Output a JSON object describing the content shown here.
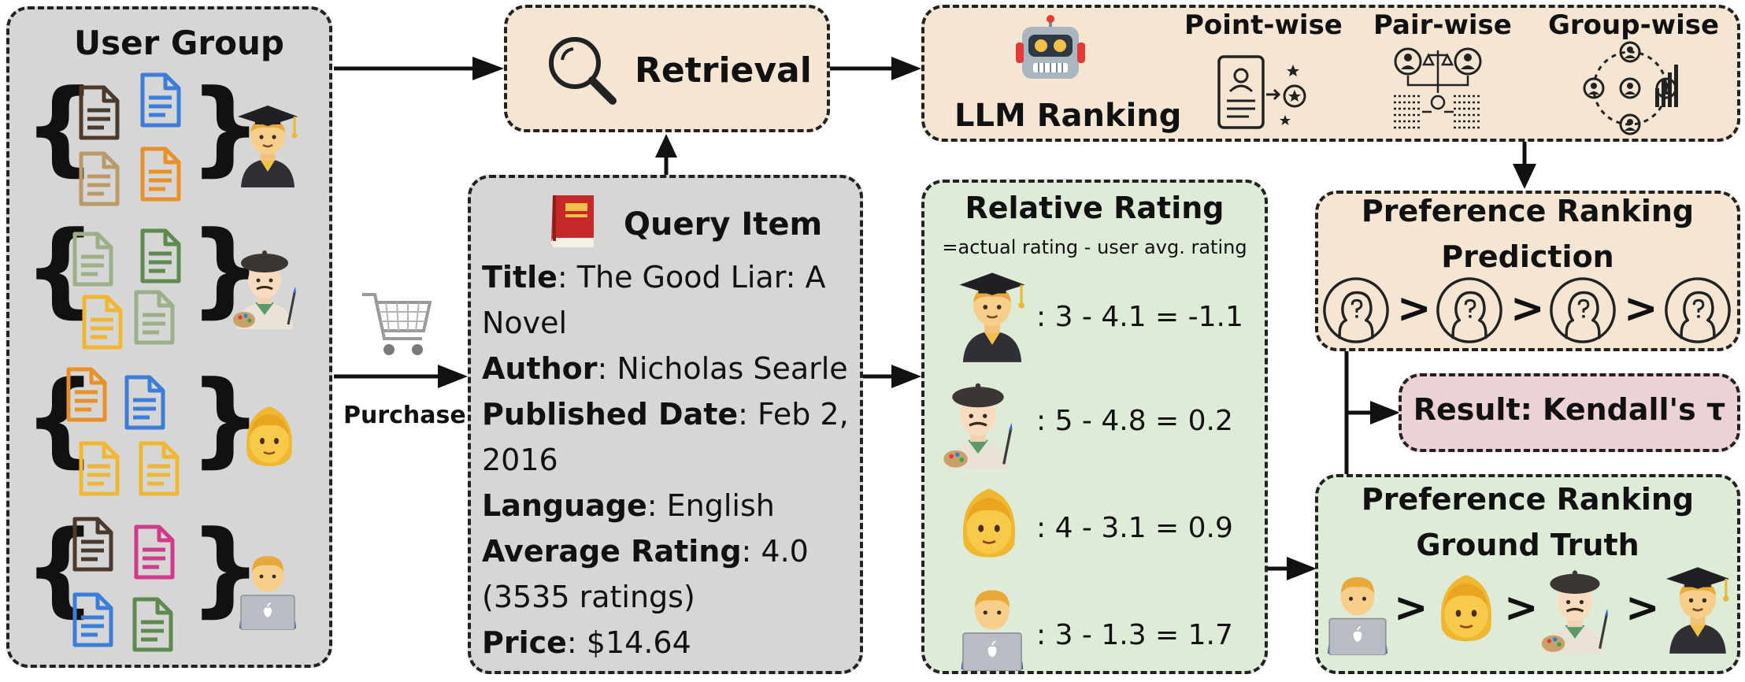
{
  "user_group": {
    "title": "User Group",
    "purchase_label": "Purchase"
  },
  "retrieval": {
    "label": "Retrieval"
  },
  "llm_ranking": {
    "label": "LLM Ranking",
    "modes": [
      "Point-wise",
      "Pair-wise",
      "Group-wise"
    ]
  },
  "query_item": {
    "title": "Query Item",
    "fields": [
      {
        "key": "Title",
        "value": ": The Good Liar: A"
      },
      {
        "key": "",
        "value": "Novel"
      },
      {
        "key": "Author",
        "value": ": Nicholas Searle"
      },
      {
        "key": "Published Date",
        "value": ": Feb 2,"
      },
      {
        "key": "",
        "value": "2016"
      },
      {
        "key": "Language",
        "value": ": English"
      },
      {
        "key": "Average Rating",
        "value": ": 4.0"
      },
      {
        "key": "",
        "value": "(3535 ratings)"
      },
      {
        "key": "Price",
        "value": ": $14.64"
      }
    ]
  },
  "relative_rating": {
    "title": "Relative Rating",
    "subtitle": "=actual rating - user avg. rating",
    "rows": [
      {
        "user": "graduate",
        "formula": ": 3 - 4.1 = -1.1"
      },
      {
        "user": "artist",
        "formula": ": 5 - 4.8 = 0.2"
      },
      {
        "user": "woman",
        "formula": ": 4 - 3.1 = 0.9"
      },
      {
        "user": "technologist",
        "formula": ": 3 - 1.3 = 1.7"
      }
    ]
  },
  "prediction": {
    "title_line1": "Preference Ranking",
    "title_line2": "Prediction",
    "separator": ">"
  },
  "result": {
    "label": "Result: Kendall's τ"
  },
  "ground_truth": {
    "title_line1": "Preference Ranking",
    "title_line2": "Ground Truth",
    "separator": ">"
  },
  "colors": {
    "grey_box": "#d6d6d6",
    "peach_box": "#f5e6d4",
    "green_box": "#deebd7",
    "pink_box": "#ecd2d4",
    "doc_dark": "#4a3a2e",
    "doc_blue": "#3b7dd8",
    "doc_tan": "#b99a6a",
    "doc_orange": "#e8912a",
    "doc_sage": "#9caf88",
    "doc_green": "#5f8a4f",
    "doc_yellow": "#f0b733",
    "doc_magenta": "#d13a8a"
  },
  "icons": [
    "document-icon",
    "graduate-icon",
    "artist-icon",
    "woman-icon",
    "technologist-icon",
    "shopping-cart-icon",
    "magnifier-icon",
    "robot-icon",
    "book-icon",
    "unknown-person-icon"
  ]
}
